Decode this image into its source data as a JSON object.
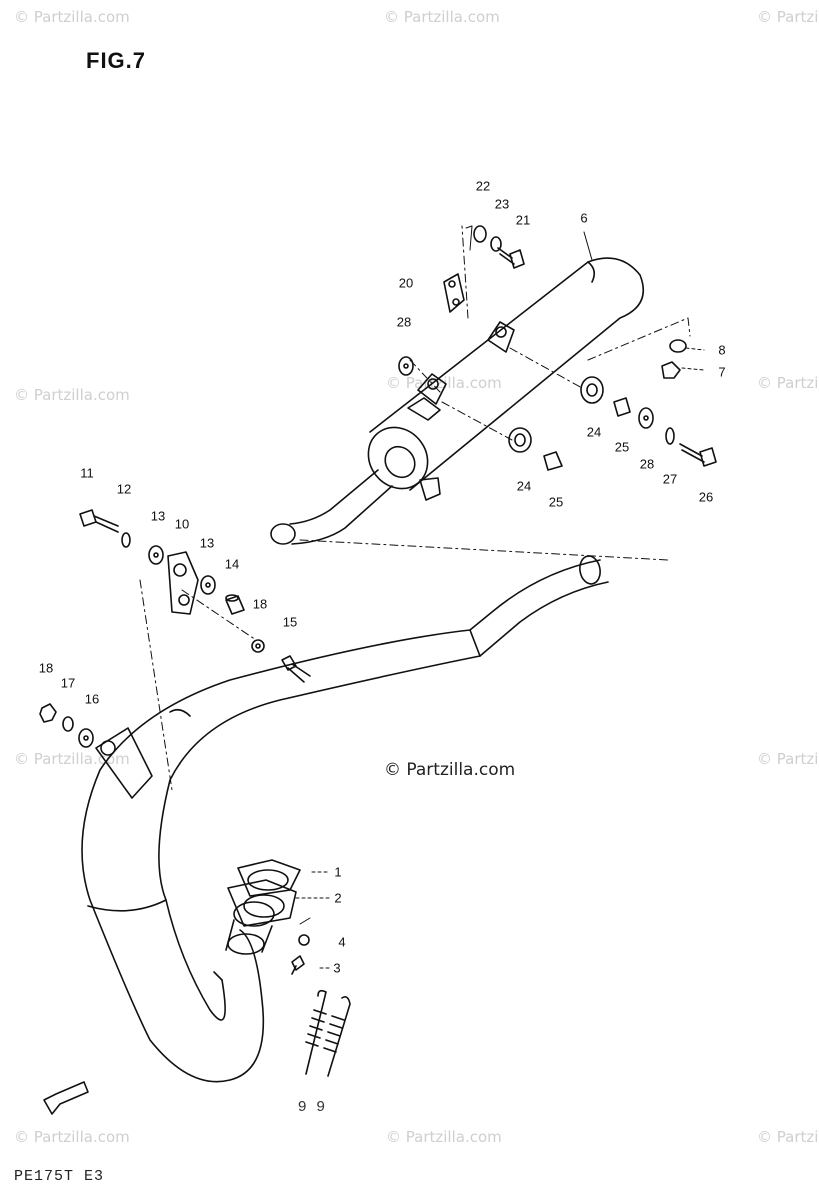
{
  "title": "FIG.7",
  "footer_code": "PE175T E3",
  "bottom_marks": "9 9",
  "watermark": "© Partzilla.com",
  "watermark_center": "© Partzilla.com",
  "callouts": {
    "c1": "1",
    "c2": "2",
    "c3": "3",
    "c4": "4",
    "c6": "6",
    "c7": "7",
    "c8": "8",
    "c10": "10",
    "c11": "11",
    "c12": "12",
    "c13a": "13",
    "c13b": "13",
    "c14": "14",
    "c15": "15",
    "c16": "16",
    "c17": "17",
    "c18a": "18",
    "c18b": "18",
    "c20": "20",
    "c21": "21",
    "c22": "22",
    "c23": "23",
    "c24a": "24",
    "c24b": "24",
    "c25a": "25",
    "c25b": "25",
    "c26": "26",
    "c27": "27",
    "c28a": "28",
    "c28b": "28"
  }
}
